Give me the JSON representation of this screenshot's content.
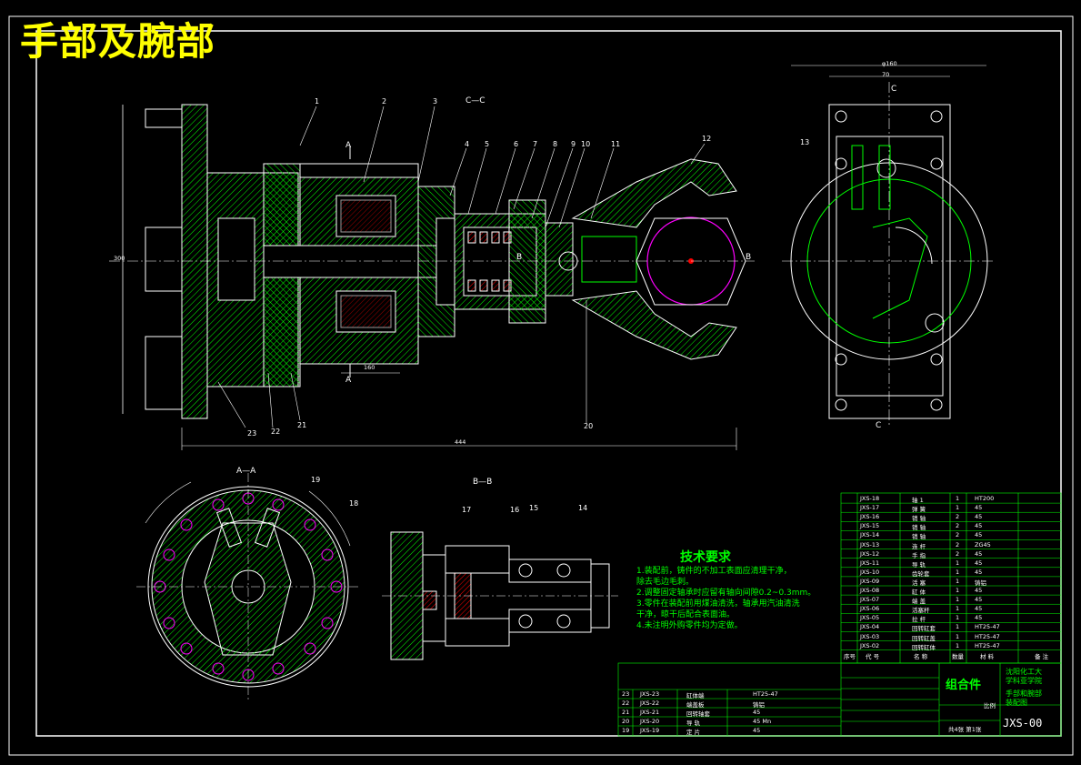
{
  "title": "手部及腕部",
  "colors": {
    "bg": "#000000",
    "frame": "#ffffff",
    "hatch": "#00ff00",
    "accent": "#ff0000",
    "title": "#ffff00",
    "center": "#ff00ff"
  },
  "part_numbers": [
    "1",
    "2",
    "3",
    "4",
    "5",
    "6",
    "7",
    "8",
    "9",
    "10",
    "11",
    "12",
    "13",
    "14",
    "15",
    "16",
    "17",
    "18",
    "19",
    "20",
    "21",
    "22",
    "23"
  ],
  "sections": {
    "cc": "C—C",
    "aa": "A—A",
    "bb": "B—B",
    "a_top": "A",
    "a_bot": "A",
    "b_left": "B",
    "b_right": "B",
    "c_top": "C",
    "c_bot": "C"
  },
  "dimensions": {
    "overall_length": "444",
    "bore": "160",
    "height": "300",
    "width_top": "φ160",
    "small": "70"
  },
  "tech_requirements": {
    "title": "技术要求",
    "lines": [
      "1.装配前，铸件的不加工表面应清理干净，",
      "   除去毛边毛刺。",
      "2.调整固定轴承时应留有轴向间隙0.2~0.3mm。",
      "3.零件在装配前用煤油清洗，轴承用汽油清洗",
      "   干净，晾干后配合表面油。",
      "4.未注明外购零件均为定做。"
    ]
  },
  "bom_rows": [
    {
      "code": "JXS-18",
      "name": "轴 1",
      "qty": "1",
      "mat": "HT200"
    },
    {
      "code": "JXS-17",
      "name": "弹 簧",
      "qty": "1",
      "mat": "45"
    },
    {
      "code": "JXS-16",
      "name": "销 轴",
      "qty": "2",
      "mat": "45"
    },
    {
      "code": "JXS-15",
      "name": "销 轴",
      "qty": "2",
      "mat": "45"
    },
    {
      "code": "JXS-14",
      "name": "销 轴",
      "qty": "2",
      "mat": "45"
    },
    {
      "code": "JXS-13",
      "name": "连 杆",
      "qty": "2",
      "mat": "ZG45"
    },
    {
      "code": "JXS-12",
      "name": "手 指",
      "qty": "2",
      "mat": "45"
    },
    {
      "code": "JXS-11",
      "name": "导 轨",
      "qty": "1",
      "mat": "45"
    },
    {
      "code": "JXS-10",
      "name": "齿轮套",
      "qty": "1",
      "mat": "45"
    },
    {
      "code": "JXS-09",
      "name": "活 塞",
      "qty": "1",
      "mat": "铸铝"
    },
    {
      "code": "JXS-08",
      "name": "缸 体",
      "qty": "1",
      "mat": "45"
    },
    {
      "code": "JXS-07",
      "name": "端 盖",
      "qty": "1",
      "mat": "45"
    },
    {
      "code": "JXS-06",
      "name": "活塞杆",
      "qty": "1",
      "mat": "45"
    },
    {
      "code": "JXS-05",
      "name": "拉 杆",
      "qty": "1",
      "mat": "45"
    },
    {
      "code": "JXS-04",
      "name": "回转缸套",
      "qty": "1",
      "mat": "HT25-47"
    },
    {
      "code": "JXS-03",
      "name": "回转缸盖",
      "qty": "1",
      "mat": "HT25-47"
    },
    {
      "code": "JXS-02",
      "name": "回转缸体",
      "qty": "1",
      "mat": "HT25-47"
    }
  ],
  "bom_header": {
    "no": "序号",
    "code": "代 号",
    "name": "名 称",
    "qty": "数量",
    "mat": "材 料",
    "note": "备 注"
  },
  "lower_rows": [
    {
      "no": "23",
      "code": "JXS-23",
      "name": "缸体端",
      "mat": "HT25-47"
    },
    {
      "no": "22",
      "code": "JXS-22",
      "name": "端盖板",
      "mat": "铸铝"
    },
    {
      "no": "21",
      "code": "JXS-21",
      "name": "回转轴套",
      "mat": "45"
    },
    {
      "no": "20",
      "code": "JXS-20",
      "name": "导 轨",
      "mat": "45 Mn"
    },
    {
      "no": "19",
      "code": "JXS-19",
      "name": "定 片",
      "mat": "45"
    }
  ],
  "title_block": {
    "assembly": "组合件",
    "org": "沈阳化工大\n学科亚学院",
    "name": "手部和腕部\n装配图",
    "drawing_no": "JXS-00",
    "scale": "比例",
    "sheets": "共4张 第1张"
  }
}
